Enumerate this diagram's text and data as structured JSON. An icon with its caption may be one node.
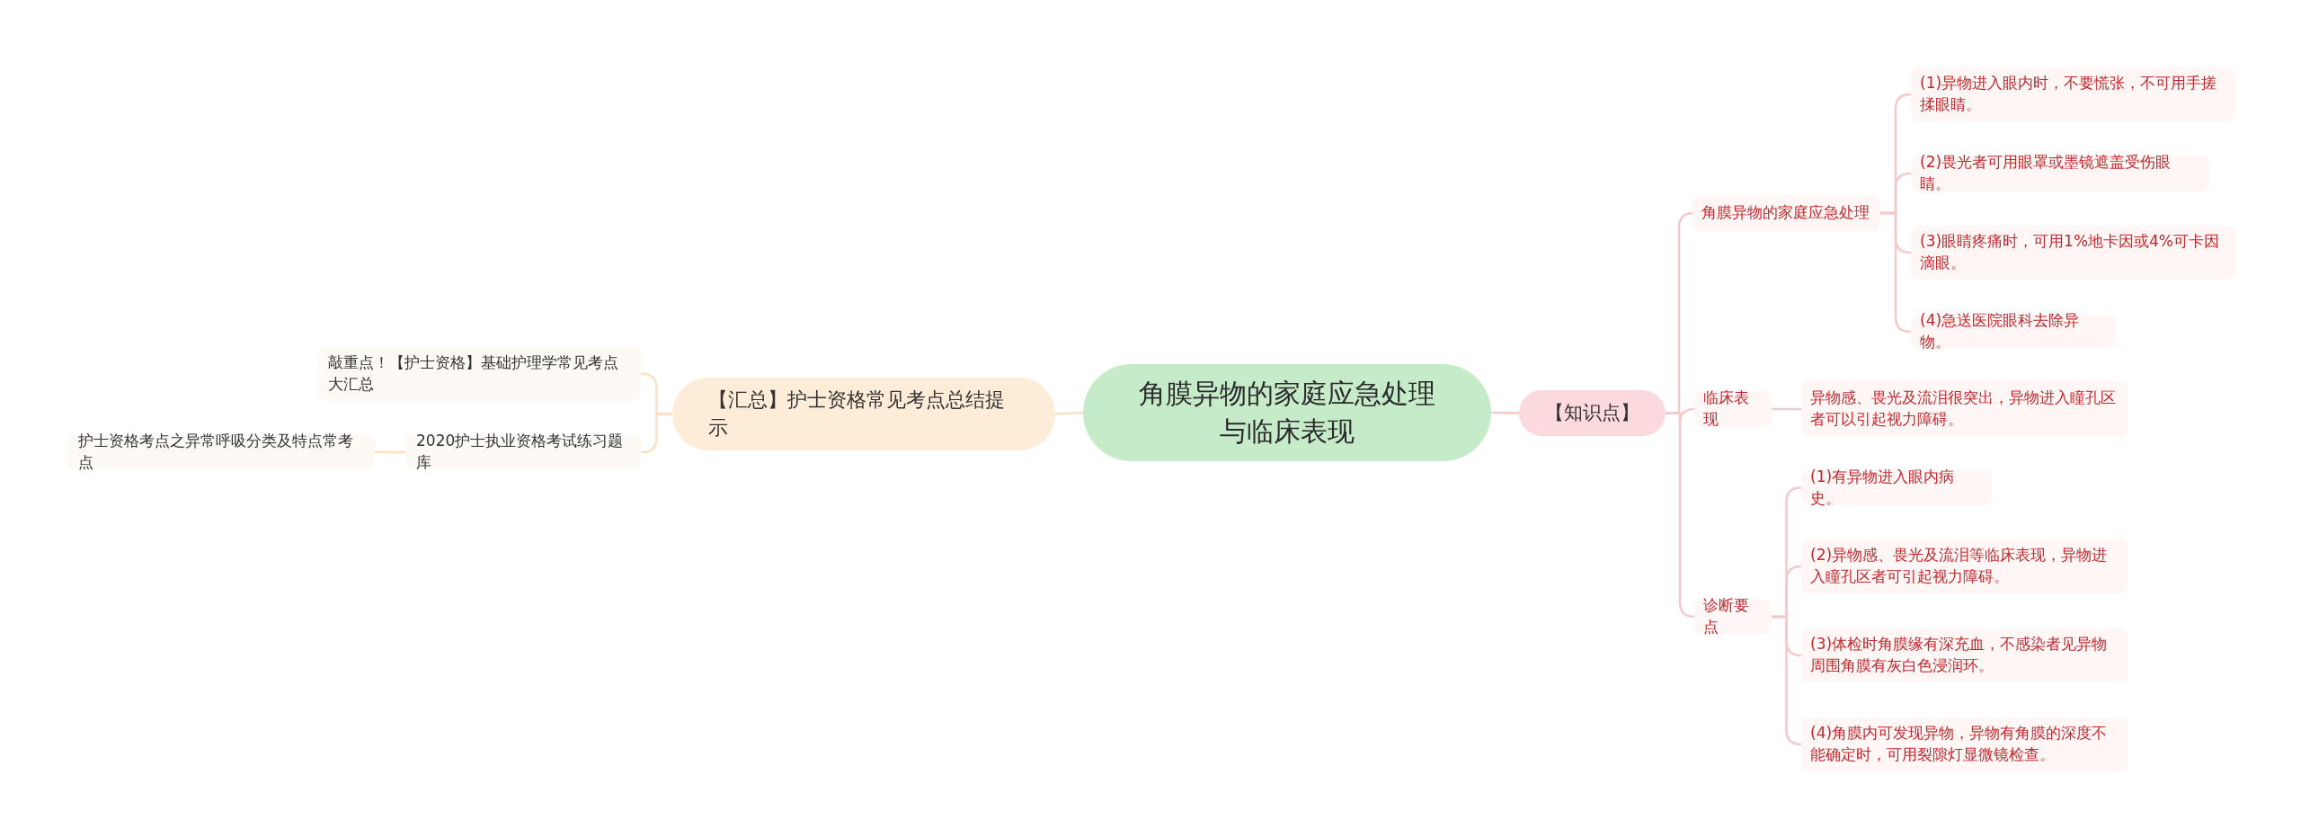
{
  "diagram": {
    "nodes": [
      {
        "text": [
          "角膜异物的家庭应急处理与临床表现"
        ]
      },
      {
        "text": [
          "【知识点】"
        ]
      },
      {
        "text": [
          "角膜异物的家庭应急处理"
        ]
      },
      {
        "text": [
          "(1)异物进入眼内时，不要慌张，不可用手搓揉眼睛。"
        ]
      },
      {
        "text": [
          "(2)畏光者可用眼罩或墨镜遮盖受伤眼睛。"
        ]
      },
      {
        "text": [
          "(3)眼睛疼痛时，可用1%地卡因或4%可卡因滴眼。"
        ]
      },
      {
        "text": [
          "(4)急送医院眼科去除异物。"
        ]
      },
      {
        "text": [
          "临床表现"
        ]
      },
      {
        "text": [
          "异物感、畏光及流泪很突出，异物进入瞳孔区者可以引起视力障碍。"
        ]
      },
      {
        "text": [
          "诊断要点"
        ]
      },
      {
        "text": [
          "(1)有异物进入眼内病史。"
        ]
      },
      {
        "text": [
          "(2)异物感、畏光及流泪等临床表现，异物进入瞳孔区者可引起视力障碍。"
        ]
      },
      {
        "text": [
          "(3)体检时角膜缘有深充血，不感染者见异物周围角膜有灰白色浸润环。"
        ]
      },
      {
        "text": [
          "(4)角膜内可发现异物，异物有角膜的深度不能确定时，可用裂隙灯显微镜检查。"
        ]
      },
      {
        "text": [
          "【汇总】护士资格常见考点总结提示"
        ]
      },
      {
        "text": [
          "敲重点！【护士资格】基础护理学常见考点大汇总"
        ]
      },
      {
        "text": [
          "2020护士执业资格考试练习题库"
        ]
      },
      {
        "text": [
          "护士资格考点之异常呼吸分类及特点常考点"
        ]
      }
    ],
    "edges": [
      {
        "from": 0,
        "to": 1,
        "arrow": "none"
      },
      {
        "from": 1,
        "to": 2,
        "arrow": "none"
      },
      {
        "from": 2,
        "to": 3,
        "arrow": "none"
      },
      {
        "from": 2,
        "to": 4,
        "arrow": "none"
      },
      {
        "from": 2,
        "to": 5,
        "arrow": "none"
      },
      {
        "from": 2,
        "to": 6,
        "arrow": "none"
      },
      {
        "from": 1,
        "to": 7,
        "arrow": "none"
      },
      {
        "from": 7,
        "to": 8,
        "arrow": "none"
      },
      {
        "from": 1,
        "to": 9,
        "arrow": "none"
      },
      {
        "from": 9,
        "to": 10,
        "arrow": "none"
      },
      {
        "from": 9,
        "to": 11,
        "arrow": "none"
      },
      {
        "from": 9,
        "to": 12,
        "arrow": "none"
      },
      {
        "from": 9,
        "to": 13,
        "arrow": "none"
      },
      {
        "from": 0,
        "to": 14,
        "arrow": "none",
        "color": "#fbe0c4"
      },
      {
        "from": 14,
        "to": 15,
        "arrow": "none",
        "color": "#fbe0c4"
      },
      {
        "from": 14,
        "to": 16,
        "arrow": "none",
        "color": "#fbe0c4"
      },
      {
        "from": 16,
        "to": 17,
        "arrow": "none",
        "color": "#fbe0c4"
      }
    ]
  }
}
